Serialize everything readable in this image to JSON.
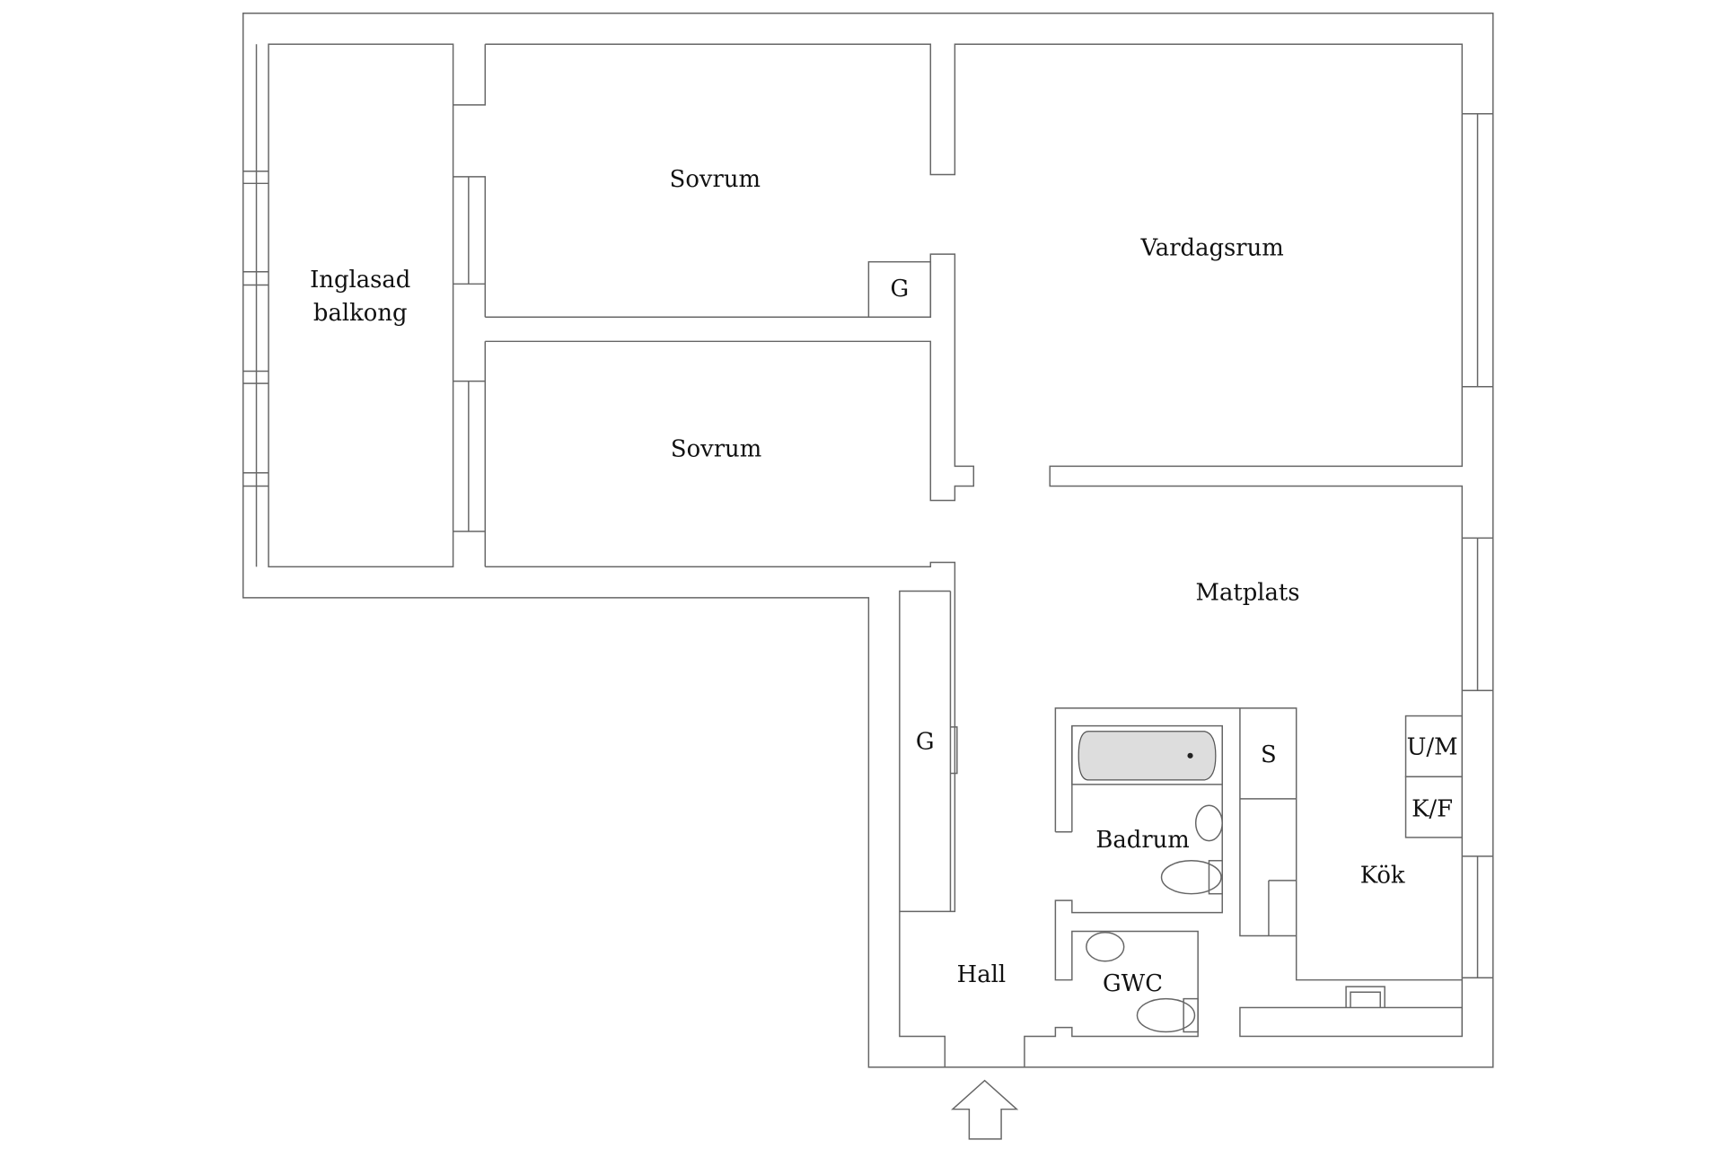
{
  "floorplan": {
    "rooms": {
      "balcony_line1": "Inglasad",
      "balcony_line2": "balkong",
      "bedroom1": "Sovrum",
      "bedroom1_closet": "G",
      "living": "Vardagsrum",
      "bedroom2": "Sovrum",
      "dining": "Matplats",
      "hall_closet": "G",
      "storage": "S",
      "washer": "U/M",
      "fridge": "K/F",
      "bathroom": "Badrum",
      "kitchen": "Kök",
      "hall": "Hall",
      "guest_wc": "GWC"
    },
    "entrance_icon": "arrow-up-icon",
    "colors": {
      "line": "#666666",
      "fixture_fill": "#dddddd",
      "text": "#111111"
    }
  }
}
